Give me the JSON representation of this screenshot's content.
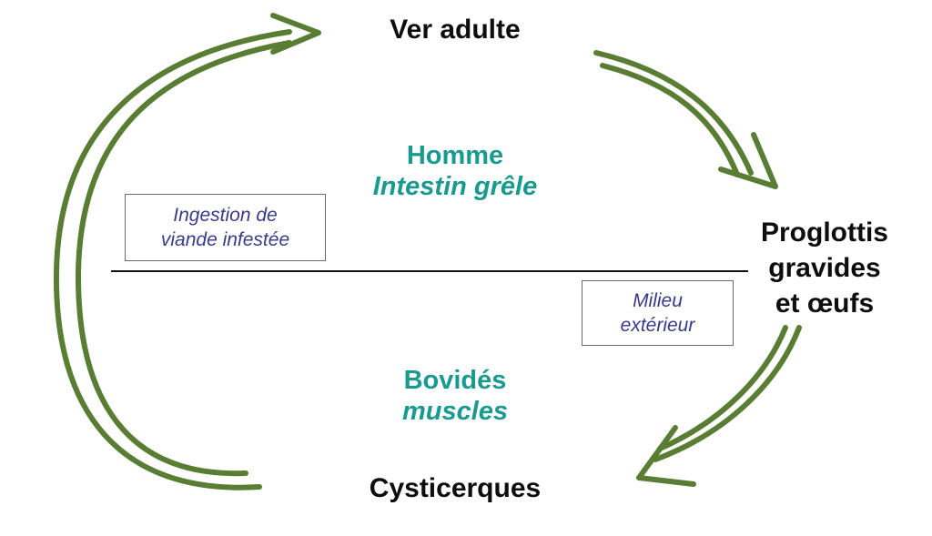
{
  "stages": {
    "adult": "Ver adulte",
    "proglottis_line1": "Proglottis",
    "proglottis_line2": "gravides",
    "proglottis_line3": "et œufs",
    "cysticercus": "Cysticerques"
  },
  "hosts": {
    "definitive": {
      "line1": "Homme",
      "line2": "Intestin grêle"
    },
    "intermediate": {
      "line1": "Bovidés",
      "line2": "muscles"
    }
  },
  "notes": {
    "ingestion": {
      "line1": "Ingestion de",
      "line2": "viande infestée"
    },
    "environment": {
      "line1": "Milieu",
      "line2": "extérieur"
    }
  },
  "colors": {
    "arrow": "#5a7d34",
    "host_text": "#1a9a8f",
    "note_text": "#3a3a8c",
    "stage_text": "#0d0d0d"
  }
}
